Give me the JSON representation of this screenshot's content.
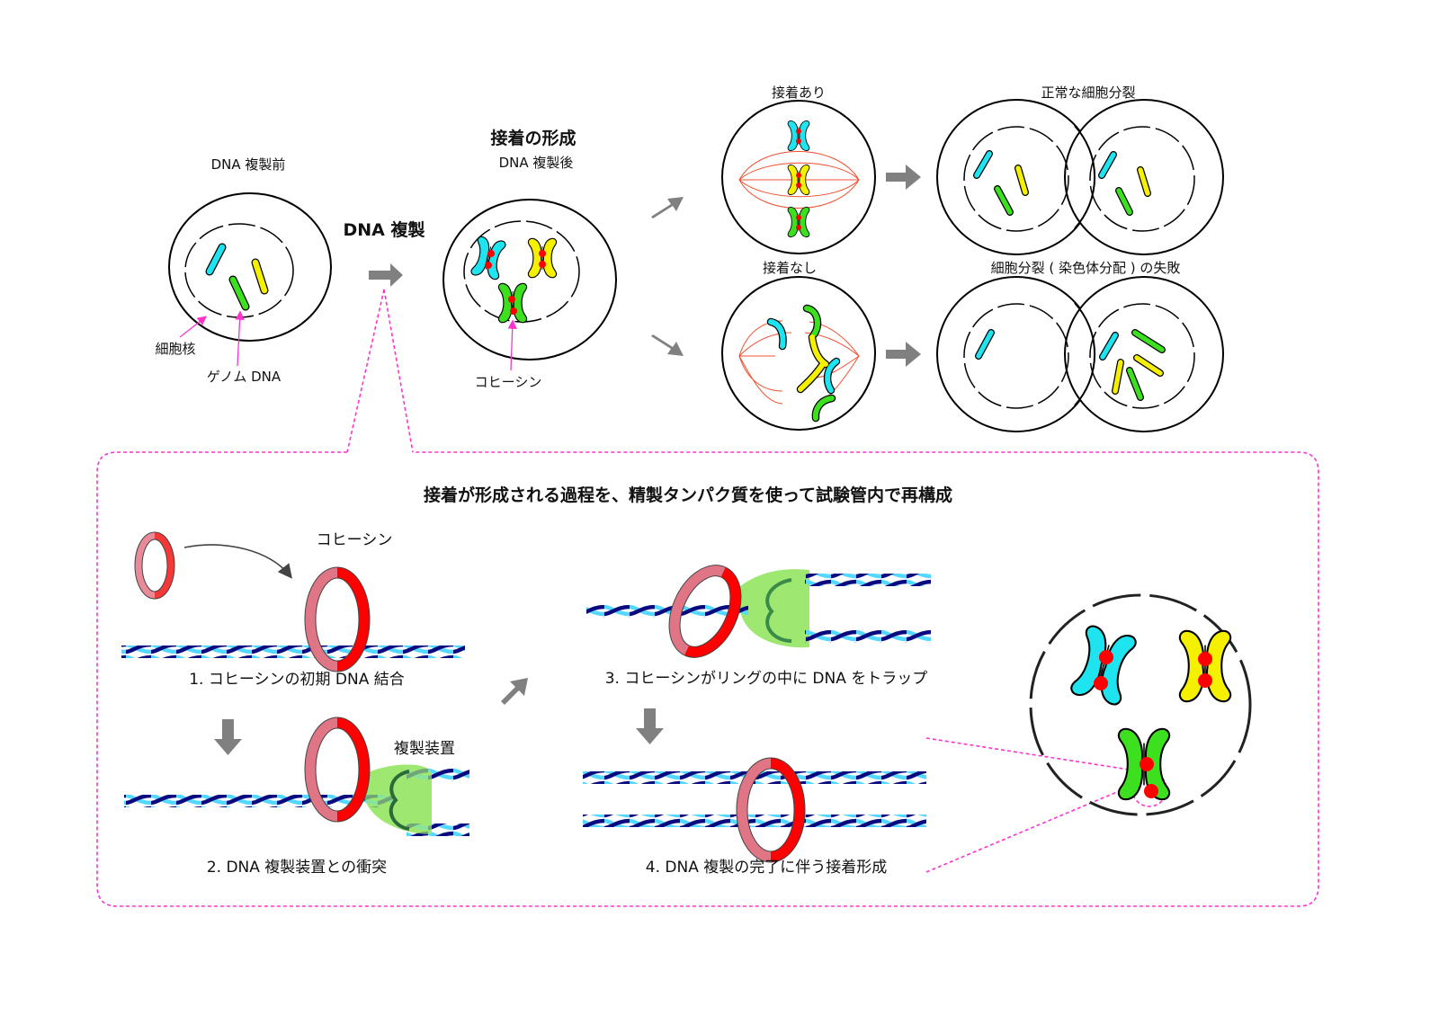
{
  "top": {
    "before_label": "DNA 複製前",
    "nucleus_label": "細胞核",
    "genome_label": "ゲノム DNA",
    "replication_label": "DNA 複製",
    "cohesion_title": "接着の形成",
    "after_label": "DNA 複製後",
    "cohesin_label": "コヒーシン",
    "with_cohesion": "接着あり",
    "normal_division": "正常な細胞分裂",
    "without_cohesion": "接着なし",
    "failed_division": "細胞分裂 ( 染色体分配 ) の失敗"
  },
  "panel": {
    "title": "接着が形成される過程を、精製タンパク質を使って試験管内で再構成",
    "cohesin_label": "コヒーシン",
    "replisome_label": "複製装置",
    "steps": [
      "1. コヒーシンの初期 DNA 結合",
      "2. DNA 複製装置との衝突",
      "3. コヒーシンがリングの中に DNA をトラップ",
      "4. DNA 複製の完了に伴う接着形成"
    ]
  },
  "colors": {
    "cyan": "#1ee4f0",
    "yellow": "#f5f000",
    "green": "#3ce01e",
    "red_dot": "#ff0000",
    "ring_light": "#e07585",
    "ring_dark": "#ff0000",
    "dna_dark": "#0a0a80",
    "dna_light": "#55d8ff",
    "spindle": "#f05030",
    "pointer": "#ff33cc",
    "arrow": "#808080",
    "replisome": "#9ee872"
  }
}
